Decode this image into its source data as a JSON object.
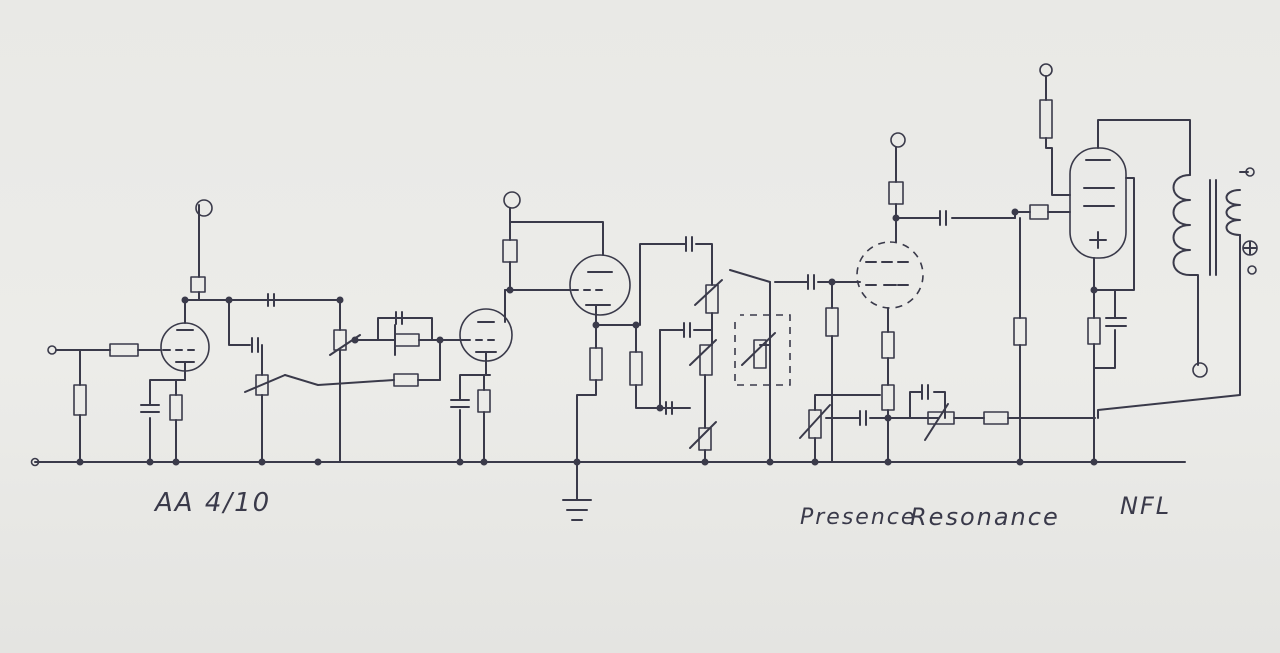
{
  "labels": {
    "model": "AA 4/10",
    "presence": "Presence",
    "resonance": "Resonance",
    "nfl": "NFL"
  },
  "colors": {
    "paper": "#ebebe8",
    "ink": "#3a3a4a"
  }
}
